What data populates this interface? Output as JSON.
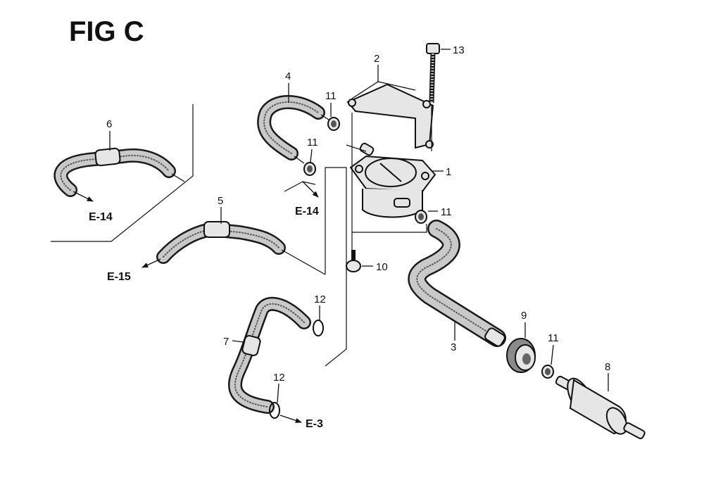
{
  "title": "FIG C",
  "callouts": {
    "c1": "1",
    "c2": "2",
    "c3": "3",
    "c4": "4",
    "c5": "5",
    "c6": "6",
    "c7": "7",
    "c8": "8",
    "c9": "9",
    "c10": "10",
    "c11a": "11",
    "c11b": "11",
    "c11c": "11",
    "c11d": "11",
    "c12a": "12",
    "c12b": "12",
    "c13": "13"
  },
  "refs": {
    "e14_left": "E-14",
    "e14_mid": "E-14",
    "e15": "E-15",
    "e3": "E-3"
  }
}
